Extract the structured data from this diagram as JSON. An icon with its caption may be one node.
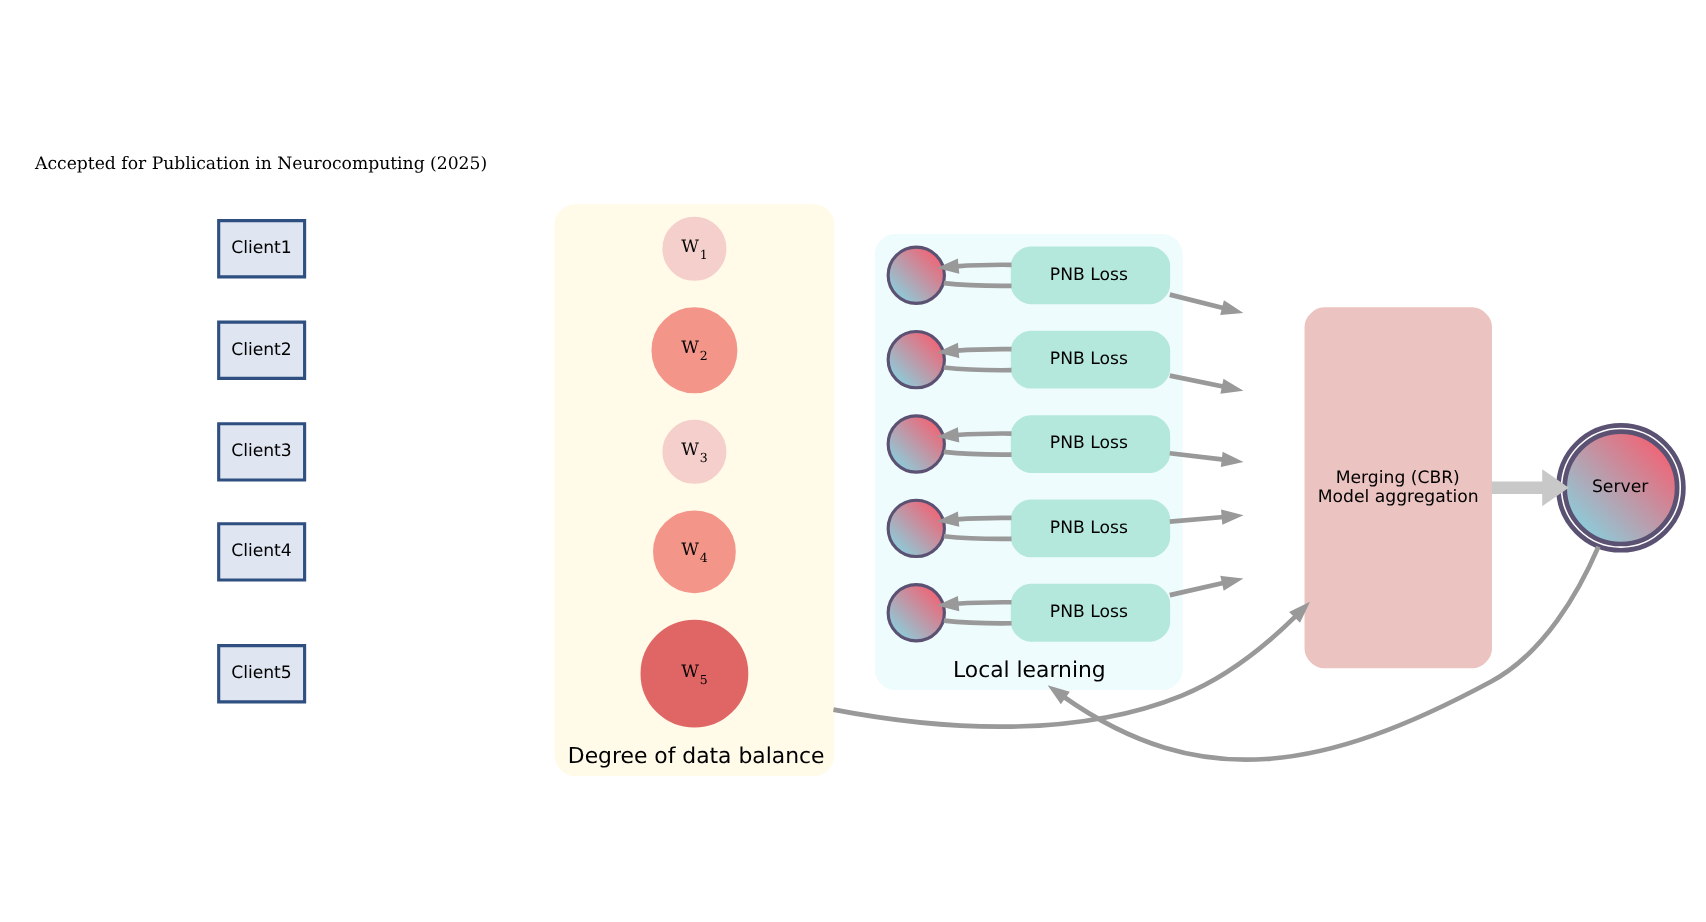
{
  "diagram": {
    "nodes": [
      {
        "text": [
          "Client1"
        ]
      },
      {
        "text": [
          "Client2"
        ]
      },
      {
        "text": [
          "Client3"
        ]
      },
      {
        "text": [
          "Client4"
        ]
      },
      {
        "text": [
          "Client5"
        ]
      },
      {
        "text": [
          "Degree of data balance"
        ]
      },
      {
        "text": [
          "W$_{1}$"
        ],
        "in": 5
      },
      {
        "text": [
          "W$_{2}$"
        ],
        "in": 5
      },
      {
        "text": [
          "W$_{3}$"
        ],
        "in": 5
      },
      {
        "text": [
          "W$_{4}$"
        ],
        "in": 5
      },
      {
        "text": [
          "W$_{5}$"
        ],
        "in": 5
      },
      {
        "text": [
          "Local learning"
        ]
      },
      {
        "text": [],
        "shape": "network",
        "in": 11
      },
      {
        "text": [],
        "shape": "network",
        "in": 11
      },
      {
        "text": [],
        "shape": "network",
        "in": 11
      },
      {
        "text": [],
        "shape": "network",
        "in": 11
      },
      {
        "text": [],
        "shape": "network",
        "in": 11
      },
      {
        "text": [
          "PNB Loss"
        ],
        "in": 11
      },
      {
        "text": [
          "PNB Loss"
        ],
        "in": 11
      },
      {
        "text": [
          "PNB Loss"
        ],
        "in": 11
      },
      {
        "text": [
          "PNB Loss"
        ],
        "in": 11
      },
      {
        "text": [
          "PNB Loss"
        ],
        "in": 11
      },
      {
        "text": [
          "Merging (CBR)",
          "Model aggregation"
        ]
      },
      {
        "text": [
          "Server"
        ]
      }
    ],
    "edges": [
      {
        "from": 5,
        "to": 22,
        "arrow": "to"
      },
      {
        "from": 22,
        "to": 23,
        "arrow": "to",
        "style": "thick",
        "color": "#c8c8c8"
      },
      {
        "from": 23,
        "to": 11,
        "arrow": "to"
      },
      {
        "from": 12,
        "to": 17,
        "arrow": "none"
      },
      {
        "from": 17,
        "to": null,
        "arrow": "to"
      },
      {
        "from": 17,
        "to": 12,
        "arrow": "to"
      },
      {
        "from": 13,
        "to": 18,
        "arrow": "none"
      },
      {
        "from": 18,
        "to": null,
        "arrow": "to"
      },
      {
        "from": 18,
        "to": 13,
        "arrow": "to"
      },
      {
        "from": 14,
        "to": 19,
        "arrow": "none"
      },
      {
        "from": 19,
        "to": null,
        "arrow": "to"
      },
      {
        "from": 19,
        "to": 14,
        "arrow": "to"
      },
      {
        "from": 15,
        "to": 20,
        "arrow": "none"
      },
      {
        "from": 20,
        "to": null,
        "arrow": "to"
      },
      {
        "from": 20,
        "to": 15,
        "arrow": "to"
      },
      {
        "from": 16,
        "to": 21,
        "arrow": "none"
      },
      {
        "from": 21,
        "to": null,
        "arrow": "to"
      },
      {
        "from": 21,
        "to": 16,
        "arrow": "to"
      }
    ],
    "labels": [
      "Accepted for Publication in Neurocomputing (2025)"
    ]
  }
}
